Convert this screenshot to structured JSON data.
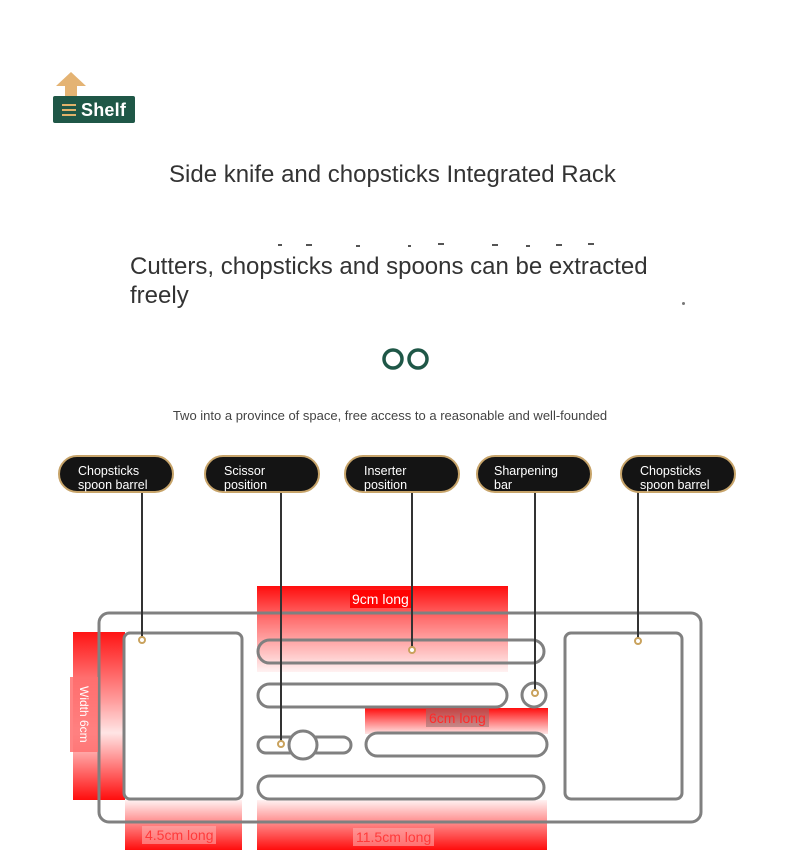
{
  "badge": {
    "label": "Shelf",
    "icon": "up-arrow-icon"
  },
  "header": {
    "title": "Side knife and chopsticks Integrated Rack",
    "subtitle": "Cutters, chopsticks and spoons can be extracted freely",
    "description": "Two into a province of space, free access to a reasonable and well-founded"
  },
  "labels": [
    {
      "line1": "Chopsticks",
      "line2": "spoon barrel"
    },
    {
      "line1": "Scissor",
      "line2": "position"
    },
    {
      "line1": "Inserter",
      "line2": "position"
    },
    {
      "line1": "Sharpening",
      "line2": "bar"
    },
    {
      "line1": "Chopsticks",
      "line2": "spoon barrel"
    }
  ],
  "dimensions": {
    "top_length": "9cm long",
    "mid_length": "6cm long",
    "width": "Width 6cm",
    "left_bottom": "4.5cm long",
    "center_bottom": "11.5cm long"
  },
  "colors": {
    "brand_green": "#1f5747",
    "accent_gold": "#c9a25d",
    "highlight_red": "#ff0000",
    "outline_gray": "#808080"
  }
}
